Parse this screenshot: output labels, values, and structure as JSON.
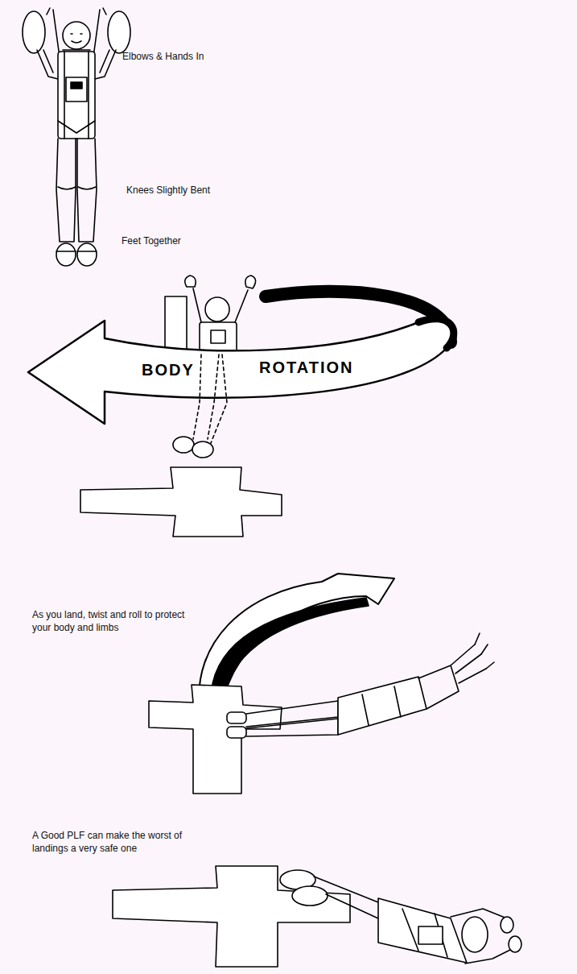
{
  "diagram": {
    "labels": [
      "Elbows & Hands In",
      "Knees Slightly Bent",
      "Feet Together",
      "BODY",
      "ROTATION",
      "As you land, twist and roll to protect your body and limbs",
      "A Good PLF can make the worst of landings a very safe one"
    ]
  }
}
